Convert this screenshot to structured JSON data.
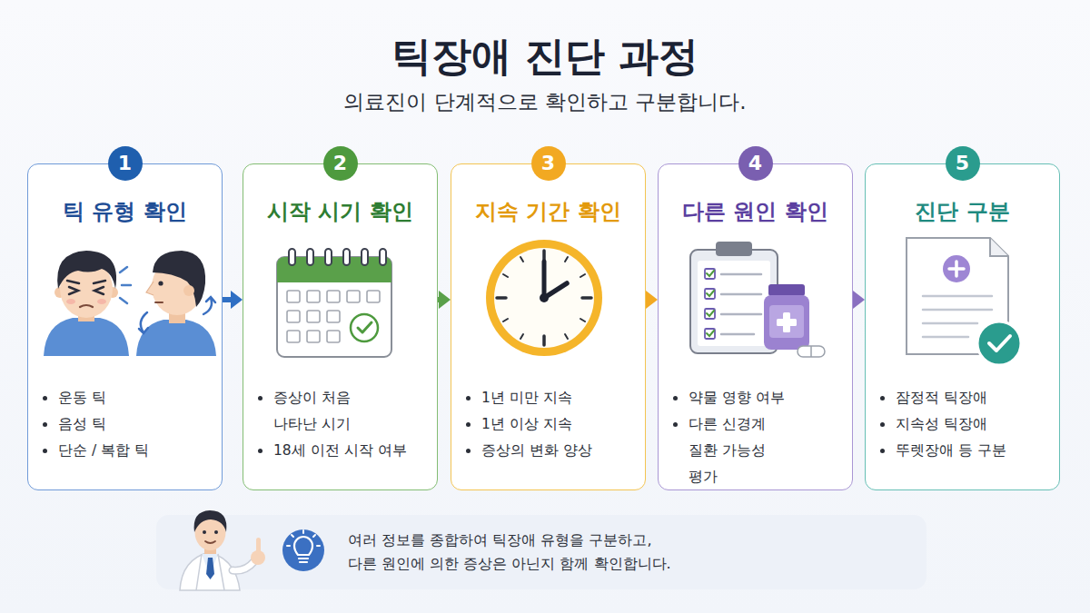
{
  "diagram": {
    "title": "틱장애 진단 과정",
    "caption": "의료진이 단계적으로 확인하고 구분합니다.",
    "nodes": [
      {
        "text": [
          "틱 유형 확인",
          "운동 틱",
          "음성 틱",
          "단순 / 복합 틱"
        ]
      },
      {
        "text": [
          "1"
        ],
        "in": 0
      },
      {
        "text": [
          "시작 시기 확인",
          "증상이 처음 나타난 시기",
          "18세 이전 시작 여부"
        ]
      },
      {
        "text": [
          "2"
        ],
        "in": 2
      },
      {
        "text": [
          "지속 기간 확인",
          "1년 미만 지속",
          "1년 이상 지속",
          "증상의 변화 양상"
        ]
      },
      {
        "text": [
          "3"
        ],
        "in": 4
      },
      {
        "text": [
          "다른 원인 확인",
          "약물 영향 여부",
          "다른 신경계 질환 가능성 평가"
        ]
      },
      {
        "text": [
          "4"
        ],
        "in": 6
      },
      {
        "text": [
          "진단 구분",
          "잠정적 틱장애",
          "지속성 틱장애",
          "뚜렛장애 등 구분"
        ]
      },
      {
        "text": [
          "5"
        ],
        "in": 8
      },
      {
        "text": [
          "여러 정보를 종합하여 틱장애 유형을 구분하고, 다른 원인에 의한 증상은 아닌지 함께 확인합니다."
        ]
      }
    ],
    "edges": [
      {
        "from": 0,
        "to": 2,
        "arrow": "to"
      },
      {
        "from": 2,
        "to": 4,
        "arrow": "to"
      },
      {
        "from": 4,
        "to": 6,
        "arrow": "to"
      },
      {
        "from": 6,
        "to": 8,
        "arrow": "to"
      }
    ]
  }
}
